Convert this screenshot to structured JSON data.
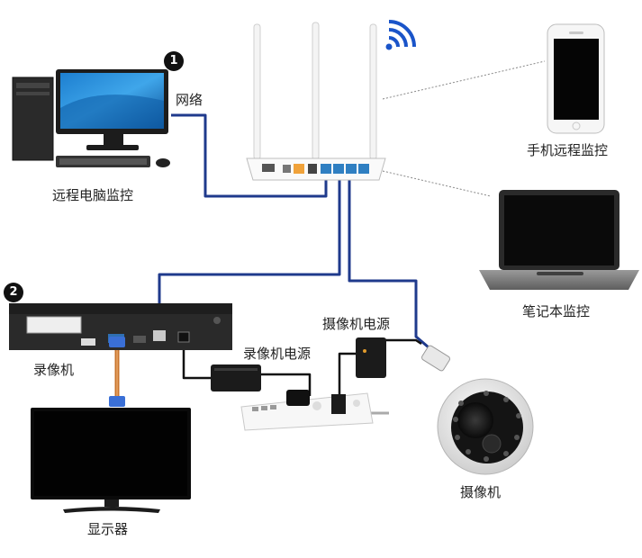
{
  "steps": {
    "one": "1",
    "two": "2"
  },
  "labels": {
    "network": "网络",
    "remote_pc": "远程电脑监控",
    "phone": "手机远程监控",
    "laptop": "笔记本监控",
    "nvr": "录像机",
    "nvr_power": "录像机电源",
    "camera_power": "摄像机电源",
    "camera": "摄像机",
    "monitor": "显示器"
  },
  "colors": {
    "cable_blue": "#1f3a8c",
    "cable_black": "#111111",
    "vga_orange": "#c8742c",
    "wifi_blue": "#1a54c9",
    "device_dark": "#2a2a2a"
  },
  "icons": [
    "wifi-icon",
    "desktop-computer-icon",
    "router-icon",
    "smartphone-icon",
    "laptop-icon",
    "nvr-recorder-icon",
    "power-adapter-icon",
    "power-strip-icon",
    "dome-camera-icon",
    "monitor-icon"
  ]
}
